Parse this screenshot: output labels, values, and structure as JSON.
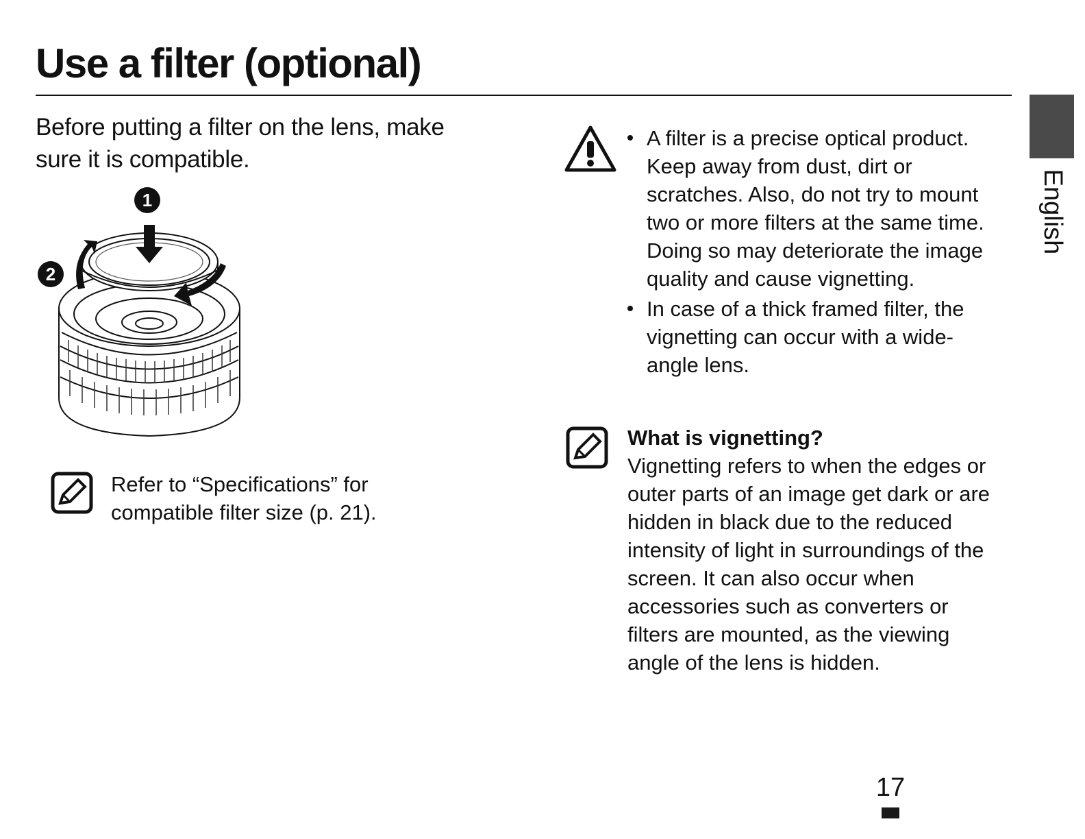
{
  "page": {
    "title": "Use a filter (optional)",
    "intro": "Before putting a filter on the lens, make sure it is compatible.",
    "page_number": "17",
    "side_tab": "English"
  },
  "figure": {
    "step1_label": "1",
    "step2_label": "2"
  },
  "note_left": {
    "icon": "note-pencil-icon",
    "text": "Refer to “Specifications” for compatible filter size (p. 21)."
  },
  "caution": {
    "icon": "warning-triangle-icon",
    "items": [
      "A filter is a precise optical product. Keep away from dust, dirt or scratches. Also, do not try to mount two or more filters at the same time. Doing so may deteriorate the image quality and cause vignetting.",
      "In case of a thick framed filter, the vignetting can occur with a wide-angle lens."
    ]
  },
  "note_right": {
    "icon": "note-pencil-icon",
    "title": "What is vignetting?",
    "body": "Vignetting refers to when the edges or outer parts of an image get dark or are hidden in black due to the reduced intensity of light in surroundings of the screen. It can also occur when accessories such as converters or filters are mounted, as the viewing angle of the lens is hidden."
  }
}
